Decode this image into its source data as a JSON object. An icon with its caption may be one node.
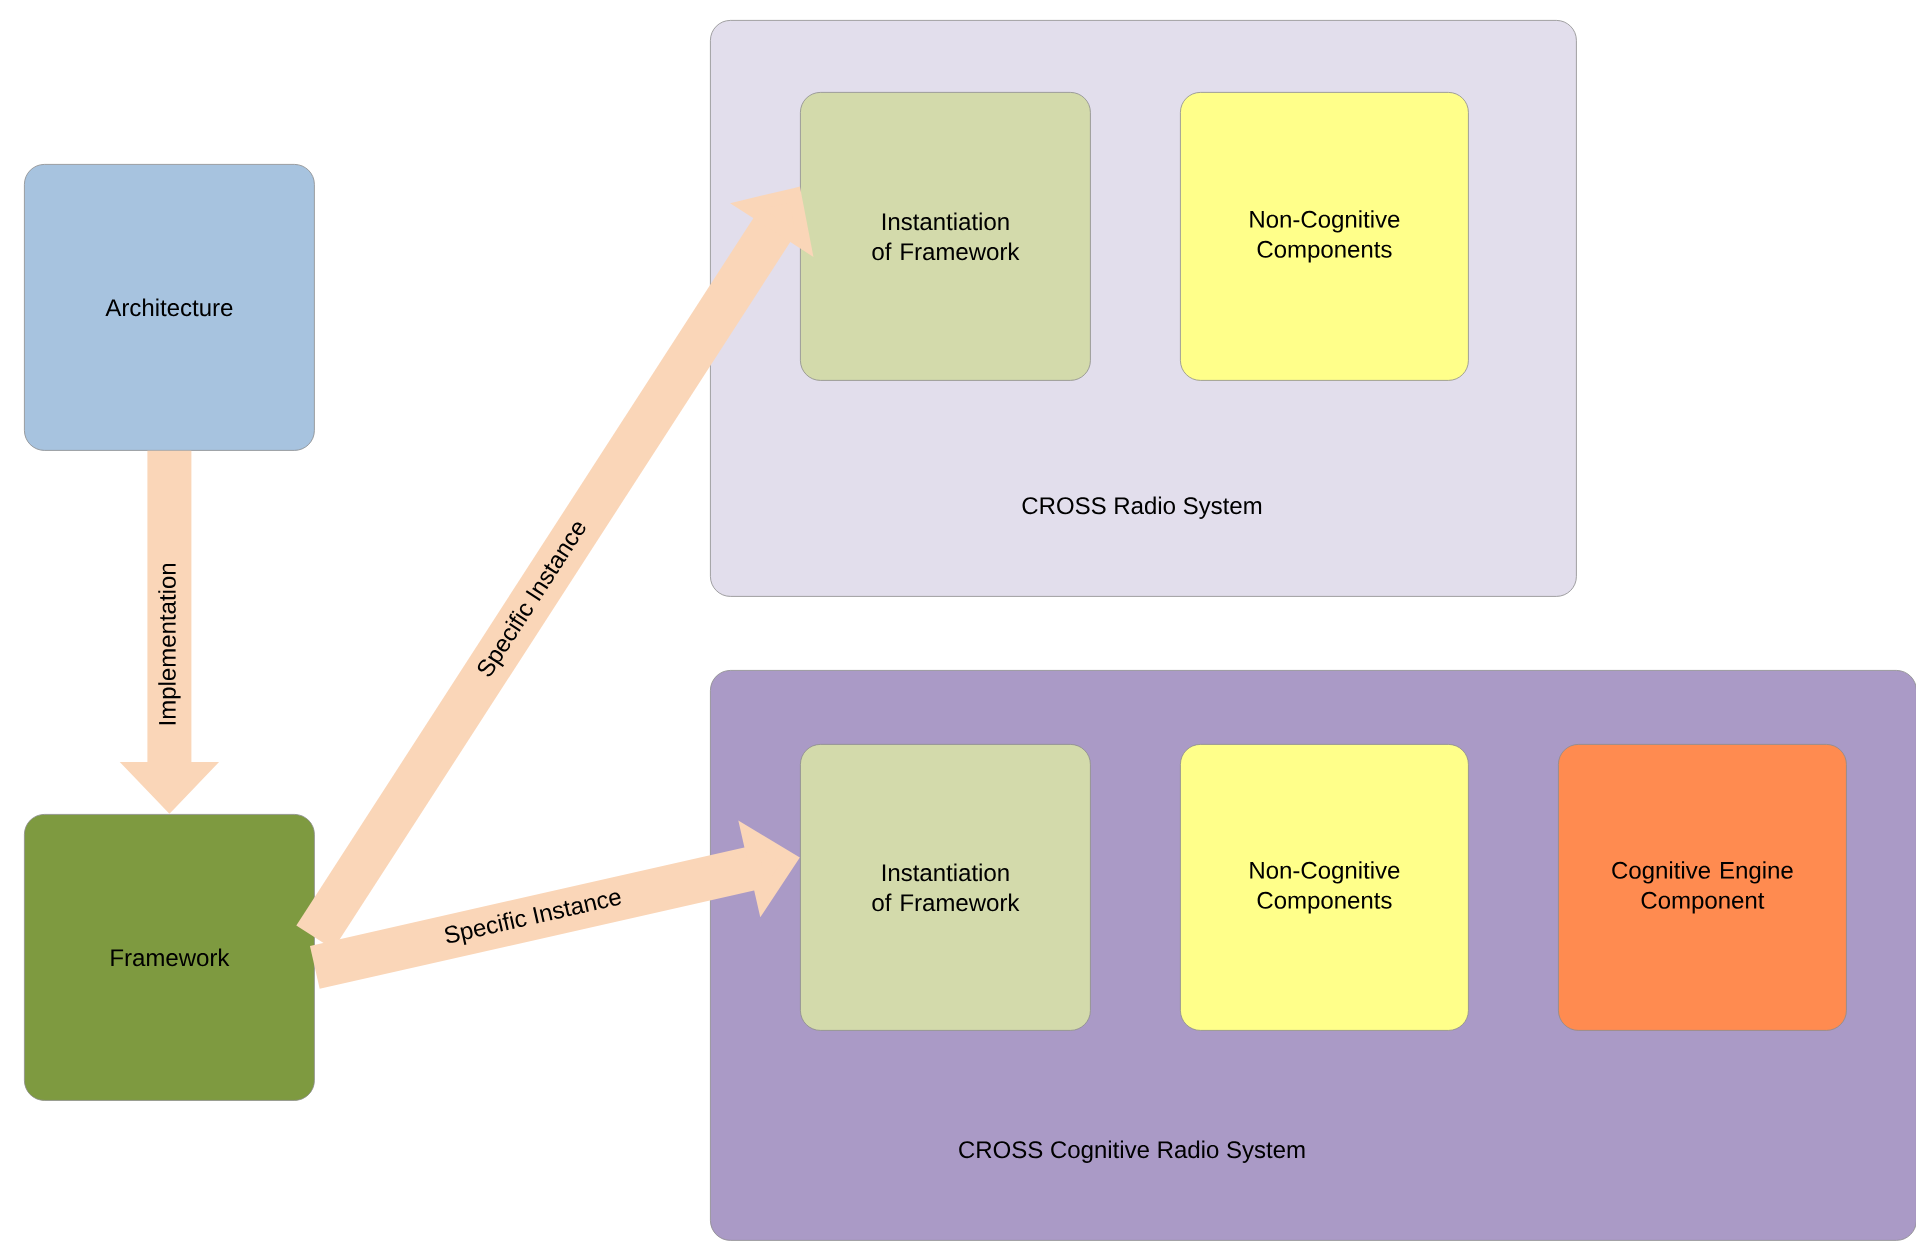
{
  "diagram": {
    "nodes": [
      {
        "text": [
          "Architecture"
        ]
      },
      {
        "text": [
          "Framework"
        ]
      },
      {
        "text": [
          "CROSS Radio System"
        ]
      },
      {
        "text": [
          "Instantiation of Framework"
        ],
        "in": 2
      },
      {
        "text": [
          "Non-Cognitive Components"
        ],
        "in": 2
      },
      {
        "text": [
          "CROSS Cognitive Radio System"
        ]
      },
      {
        "text": [
          "Instantiation of Framework"
        ],
        "in": 5
      },
      {
        "text": [
          "Non-Cognitive Components"
        ],
        "in": 5
      },
      {
        "text": [
          "Cognitive Engine Component"
        ],
        "in": 5
      }
    ],
    "edges": [
      {
        "from": 0,
        "to": 1,
        "arrow": "to",
        "label": "Implementation"
      },
      {
        "from": 1,
        "to": 3,
        "arrow": "to",
        "label": "Specific Instance"
      },
      {
        "from": 1,
        "to": 6,
        "arrow": "to",
        "label": "Specific Instance"
      }
    ]
  }
}
